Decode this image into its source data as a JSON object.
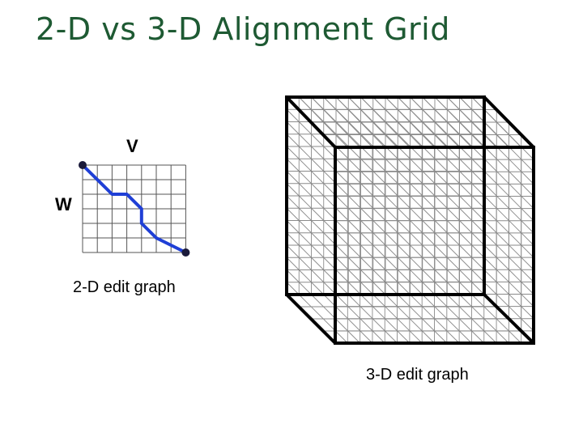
{
  "title": "2-D vs 3-D Alignment Grid",
  "grid2d": {
    "top_label": "V",
    "left_label": "W",
    "caption": "2-D edit graph",
    "rows": 6,
    "cols": 7,
    "path_color": "#1f3fd6",
    "path_nodes": [
      [
        0,
        0
      ],
      [
        2,
        2
      ],
      [
        3,
        2
      ],
      [
        4,
        3
      ],
      [
        4,
        4
      ],
      [
        5,
        5
      ],
      [
        7,
        6
      ]
    ]
  },
  "grid3d": {
    "caption": "3-D edit graph",
    "divisions": 16
  }
}
